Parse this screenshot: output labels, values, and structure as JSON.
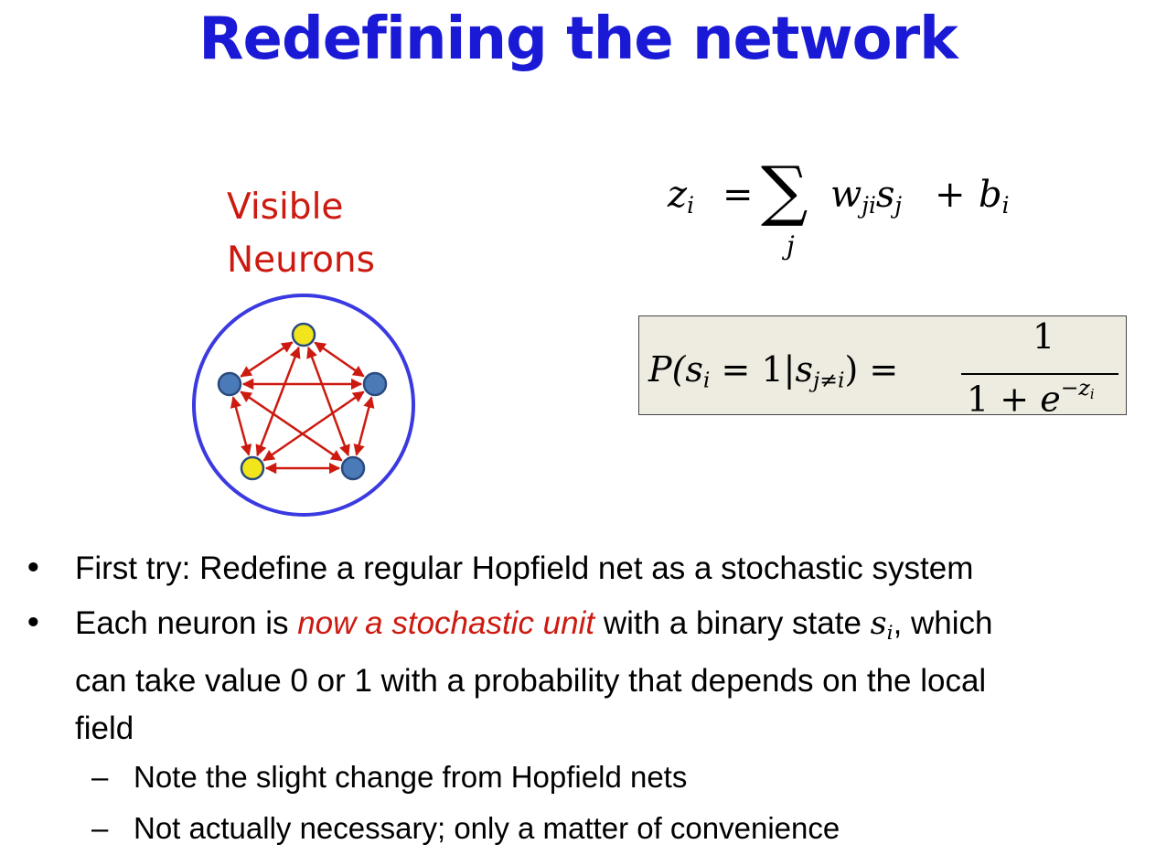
{
  "slide": {
    "title": "Redefining the network",
    "diagram_label_line1": "Visible",
    "diagram_label_line2": "Neurons",
    "bullets": [
      {
        "text": "First try: Redefine a regular Hopfield net as a stochastic system"
      },
      {
        "before": "Each neuron is ",
        "emphasis": "now a stochastic unit",
        "after": " with a binary state ",
        "after2": ",  which",
        "line2": "can take value 0 or 1 with a probability that depends on the local",
        "line3": "field"
      }
    ],
    "sub_bullets": [
      "Note the slight change from Hopfield nets",
      "Not actually necessary; only a matter of convenience"
    ],
    "colors": {
      "title": "#1a1ad6",
      "label": "#cc1a10",
      "circle": "#3a3ae0",
      "arrow": "#cc1a10",
      "node_visible": "#f2e51c",
      "node_hidden": "#4a7ab8",
      "box_bg": "#eeebe0"
    }
  }
}
